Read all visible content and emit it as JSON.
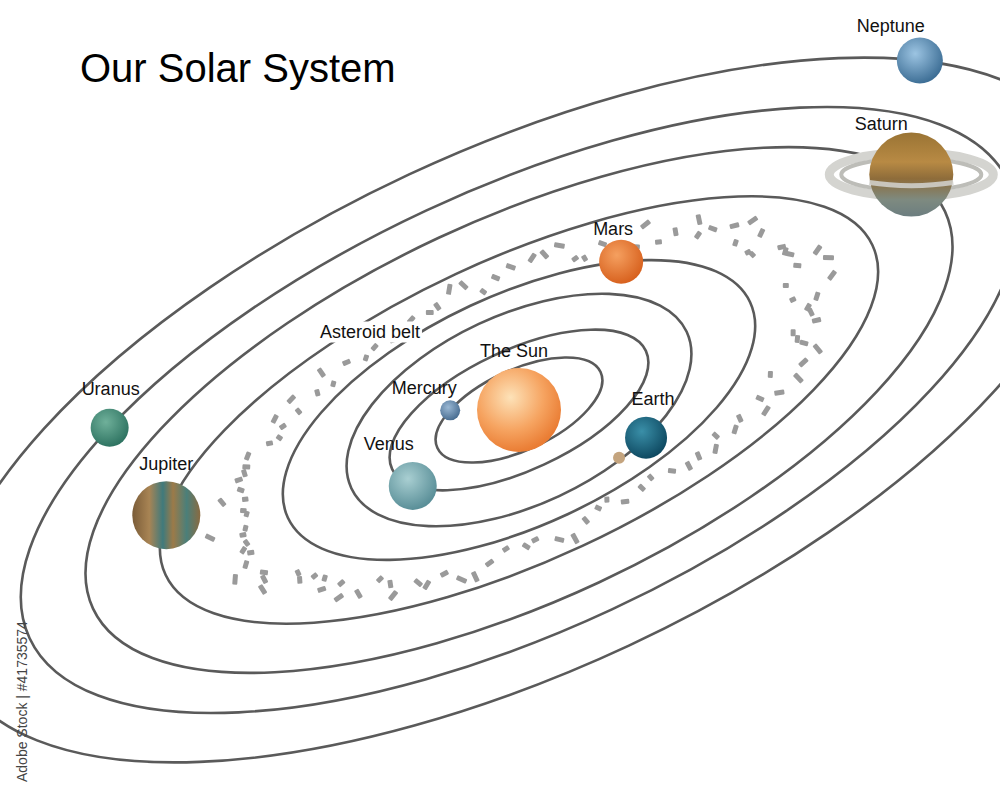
{
  "diagram": {
    "title": "Our Solar System",
    "labels": [
      "Neptune",
      "Saturn",
      "Mars",
      "Asteroid belt",
      "The Sun",
      "Uranus",
      "Mercury",
      "Earth",
      "Venus",
      "Jupiter",
      "Adobe Stock | #41735574"
    ]
  }
}
